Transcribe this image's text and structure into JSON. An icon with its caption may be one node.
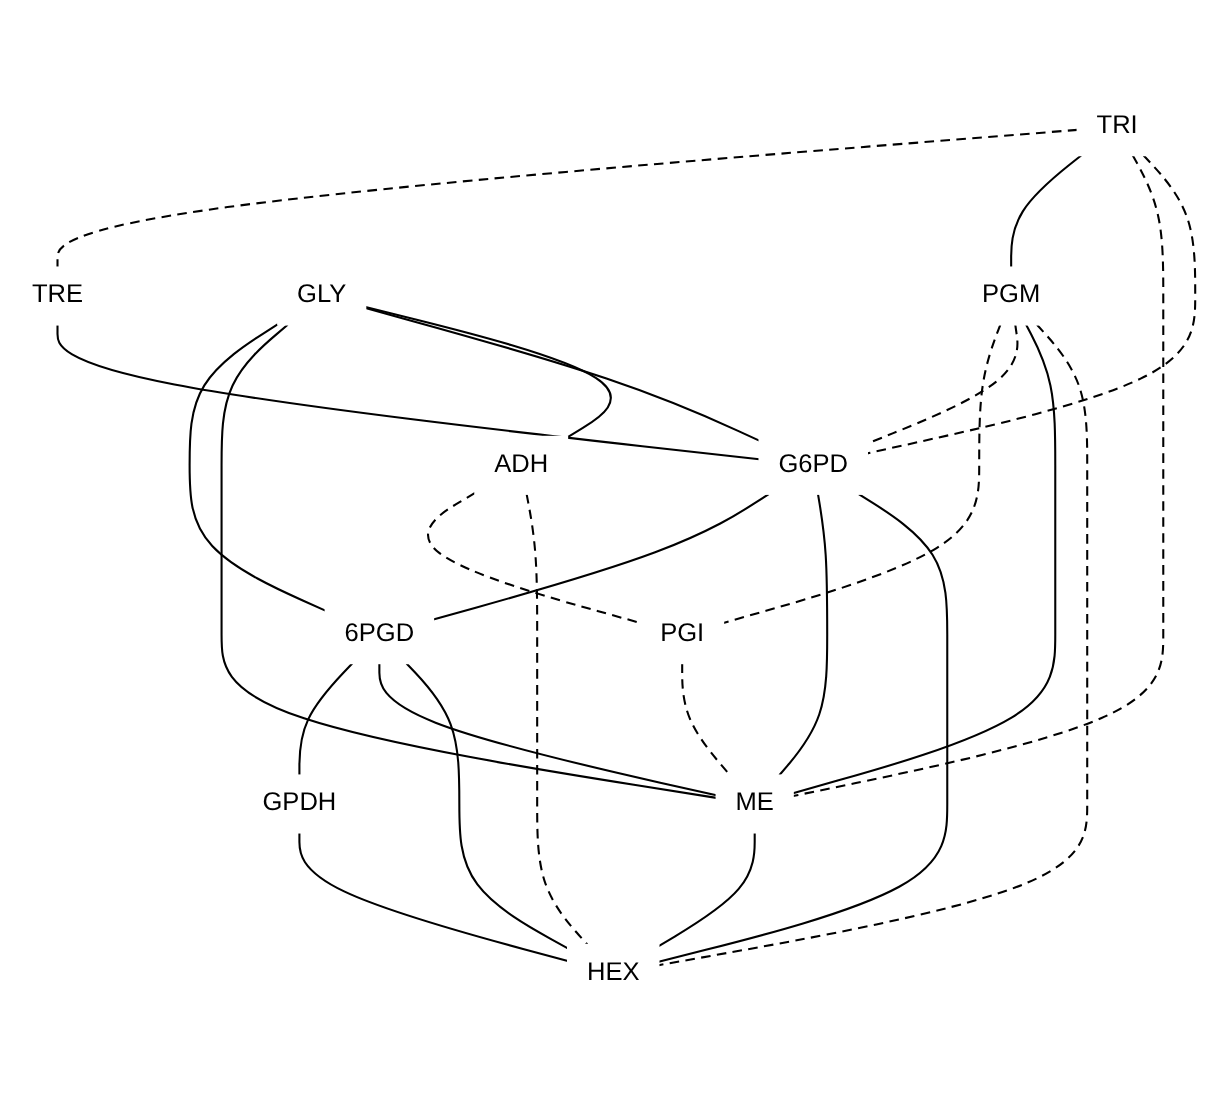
{
  "diagram": {
    "nodes": [
      {
        "text": [
          "TRI"
        ]
      },
      {
        "text": [
          "TRE"
        ]
      },
      {
        "text": [
          "GLY"
        ]
      },
      {
        "text": [
          "PGM"
        ]
      },
      {
        "text": [
          "ADH"
        ]
      },
      {
        "text": [
          "PGI"
        ]
      },
      {
        "text": [
          "G6PD"
        ]
      },
      {
        "text": [
          "6PGD"
        ]
      },
      {
        "text": [
          "GPDH"
        ]
      },
      {
        "text": [
          "ME"
        ]
      },
      {
        "text": [
          "HEX"
        ]
      }
    ],
    "edges": [
      {
        "from": 0,
        "to": 1,
        "arrow": "none",
        "style": "dashed"
      },
      {
        "from": 0,
        "to": 3,
        "arrow": "none"
      },
      {
        "from": 0,
        "to": 9,
        "arrow": "none",
        "style": "dashed"
      },
      {
        "from": 0,
        "to": 6,
        "arrow": "none",
        "style": "dashed"
      },
      {
        "from": 1,
        "to": 6,
        "arrow": "none"
      },
      {
        "from": 2,
        "to": 7,
        "arrow": "none"
      },
      {
        "from": 2,
        "to": 9,
        "arrow": "none"
      },
      {
        "from": 2,
        "to": 6,
        "arrow": "none"
      },
      {
        "from": 2,
        "to": 4,
        "arrow": "none"
      },
      {
        "from": 3,
        "to": 5,
        "arrow": "none",
        "style": "dashed"
      },
      {
        "from": 3,
        "to": 6,
        "arrow": "none",
        "style": "dashed"
      },
      {
        "from": 3,
        "to": 9,
        "arrow": "none"
      },
      {
        "from": 3,
        "to": 10,
        "arrow": "none",
        "style": "dashed"
      },
      {
        "from": 4,
        "to": 5,
        "arrow": "none",
        "style": "dashed"
      },
      {
        "from": 4,
        "to": 10,
        "arrow": "none",
        "style": "dashed"
      },
      {
        "from": 5,
        "to": 9,
        "arrow": "none",
        "style": "dashed"
      },
      {
        "from": 6,
        "to": 7,
        "arrow": "none"
      },
      {
        "from": 6,
        "to": 9,
        "arrow": "none"
      },
      {
        "from": 6,
        "to": 10,
        "arrow": "none"
      },
      {
        "from": 7,
        "to": 8,
        "arrow": "none"
      },
      {
        "from": 7,
        "to": 9,
        "arrow": "none"
      },
      {
        "from": 7,
        "to": 10,
        "arrow": "none"
      },
      {
        "from": 8,
        "to": 10,
        "arrow": "none"
      },
      {
        "from": 9,
        "to": 10,
        "arrow": "none"
      }
    ]
  }
}
